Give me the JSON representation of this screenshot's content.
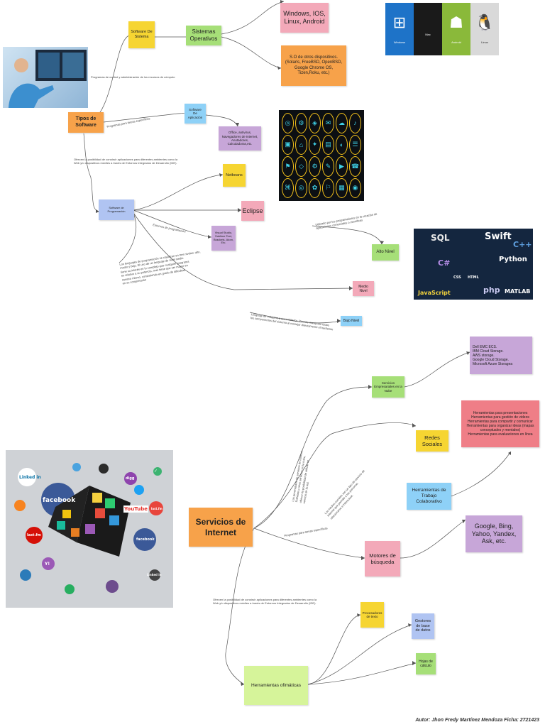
{
  "software": {
    "tipos": "Tipos de Software",
    "sistema": "Software De Sistema",
    "sistemas_operativos": "Sistemas Operativos",
    "windows": "Windows, IOS, Linux, Android",
    "otros_so": "S.O de otros dispositivos. (Solaris, FreeBSD, OpenBSD, Google Chrome OS, Tizen,Roku, etc.)",
    "aplicacion": "Software De Aplicación",
    "aplicaciones": "Office, antivirus, Navegadores de Internet, Anotadores, Calculadoras,etc.",
    "programacion": "Software de Programación",
    "netbeans": "Netbeans",
    "eclipse": "Eclipse",
    "editores": "Visual Studio, Sublime Text, Brackets, Atom, Etc.",
    "alto": "Alto Nivel",
    "medio": "Medio Nivel",
    "bajo": "Bajo Nivel"
  },
  "notes": {
    "n1": "Programas de control y administración de los recursos de cómputo",
    "n2": "Programas para tareas específicas",
    "n3": "Ofrecen la posibilidad de construir aplicaciones para diferentes ambientes como la\nWeb y/o dispositivos móviles a través de Entornos Integrados de Desarrollo (IDE).",
    "n4": "Entornos de programación",
    "n5": "Utilizado por los programadores en la creación de\naplicaciones comerciales o científicas",
    "n6": "Los lenguajes de programación se clasifican en tres niveles: alto,\nmedio y bajo. El uso de un lenguaje de nivel medio\ntiene su interés en lo complejo que cualquier programa\nes relativo a su potencia, mas tiene que ser mayor en\nnuestro mismo, consistiendo en grado de dificultad\nen su comprensión",
    "n7": "Lenguaje de máquina o ensamblador. Permite manipular todos\nlos componentes del sistema al manejar directamente el hardware",
    "n8": "Los proveedores de servicios de Internet,\nSoftware y otros servicios en la nube,\nofrecen la posibilidad de utilizar un\nservicio de la red.",
    "n9": "Los medios sociales son un tipo de servicio de\nInternet que permite a las personas\nrelacionarse e interactuar.",
    "n10": "Programas para tareas específicas",
    "n11": "Ofrecen la posibilidad de construir aplicaciones para diferentes ambientes como la\nWeb y/o dispositivos móviles a través de Entornos Integrados de Desarrollo (IDE)."
  },
  "os_tiles": [
    {
      "label": "Windows",
      "glyph": "⊞",
      "color": "#1e73c8"
    },
    {
      "label": "Mac",
      "glyph": "",
      "color": "#1a1a1a"
    },
    {
      "label": "Android",
      "glyph": "☗",
      "color": "#8ab93a"
    },
    {
      "label": "Linux",
      "glyph": "🐧",
      "color": "#d9d9d9"
    }
  ],
  "languages": [
    "SQL",
    "Swift",
    "C++",
    "C#",
    "Python",
    "JavaScript",
    "CSS",
    "HTML",
    "php",
    "MATLAB"
  ],
  "internet": {
    "servicios": "Servicios de Internet",
    "nube": "Servicios Empresariales en la Nube",
    "nube_lista": "Dell EMC ECS.\nIBM Cloud Storage.\nAWS storage.\nGoogle Cloud Storage.\nMicrosoft Azure Storagea",
    "redes": "Redes Sociales",
    "herramientas_lista": "Herramientas       para presentaciones\nHerramientas       para gestión de videos\nHerramientas       para compartir y comunicar\nHerramientas       para organizar ideas (mapas conceptuales y mentales)\nHerramientas para evaluaciones en línea",
    "colaborativo": "Herramientas de Trabajo Colaborativo",
    "motores": "Motores de búsqueda",
    "buscadores": "Google, Bing, Yahoo, Yandex, Ask, etc.",
    "ofimaticas": "Herramientas ofimáticas",
    "procesadores": "Procesadores de texto",
    "gestores": "Gestores de base de datos",
    "hojas": "Hojas de cálculo"
  },
  "social_badges": [
    "Linked in",
    "facebook",
    "YouTube",
    "facebook",
    "last.fm",
    "last.fm",
    "digg",
    "Linked in",
    "Y!",
    "✓"
  ],
  "footer": "Autor: Jhon Fredy Martínez Mendoza    Ficha:  2721423"
}
